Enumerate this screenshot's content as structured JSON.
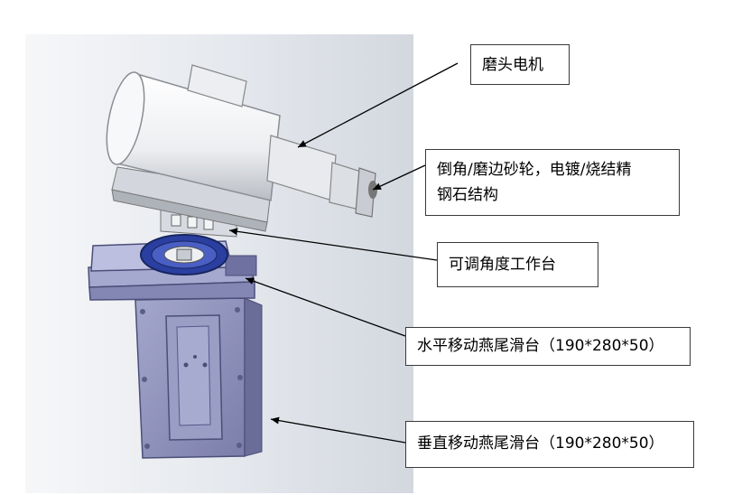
{
  "labels": {
    "motor": "磨头电机",
    "wheel_line1": "倒角/磨边砂轮，电镀/烧结精",
    "wheel_line2": "钢石结构",
    "table": "可调角度工作台",
    "horizontal_slide": "水平移动燕尾滑台（190*280*50）",
    "vertical_slide": "垂直移动燕尾滑台（190*280*50）"
  },
  "colors": {
    "render_background": "#dfe3ea",
    "motor_body": "#f2f3f5",
    "slide_plate": "#8c8fb8",
    "grinding_wheel": "#2a3fa0",
    "callout_border": "#3a3a3a",
    "arrow": "#000000"
  }
}
